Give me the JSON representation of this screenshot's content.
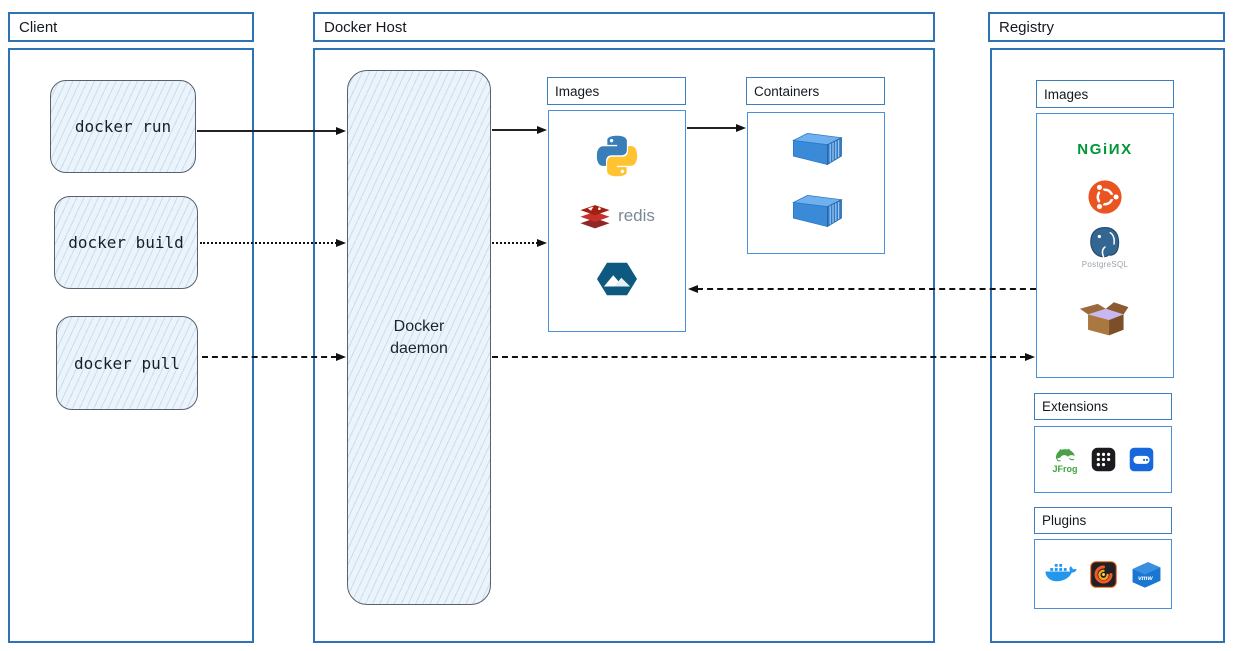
{
  "client": {
    "title": "Client",
    "commands": [
      "docker run",
      "docker build",
      "docker pull"
    ]
  },
  "docker_host": {
    "title": "Docker Host",
    "daemon_label": "Docker daemon",
    "images_panel": {
      "label": "Images",
      "items": [
        "python",
        "redis",
        "alpine"
      ],
      "redis_text": "redis"
    },
    "containers_panel": {
      "label": "Containers",
      "container_count": 2
    }
  },
  "registry": {
    "title": "Registry",
    "images_panel": {
      "label": "Images",
      "items": [
        "nginx",
        "ubuntu",
        "postgresql",
        "busybox"
      ],
      "nginx_text": "NGiИX",
      "postgresql_text": "PostgreSQL"
    },
    "extensions_panel": {
      "label": "Extensions",
      "items": [
        "jfrog",
        "app-grid",
        "drive"
      ],
      "jfrog_text": "JFrog"
    },
    "plugins_panel": {
      "label": "Plugins",
      "items": [
        "docker",
        "grafana",
        "vmware"
      ],
      "vmware_text": "vmw"
    }
  },
  "colors": {
    "panel_border": "#2e74b5",
    "inner_border": "#4a90d9",
    "node_fill": "#ecf4fb",
    "arrow": "#111111",
    "nginx_green": "#009639",
    "ubuntu_orange": "#e95420",
    "redis_red": "#c6302b",
    "alpine_blue": "#0d597f",
    "docker_blue": "#2496ed",
    "postgres_blue": "#336791",
    "jfrog_green": "#41a33e",
    "grafana_orange": "#f05a28",
    "vmware_blue": "#1976d2"
  }
}
